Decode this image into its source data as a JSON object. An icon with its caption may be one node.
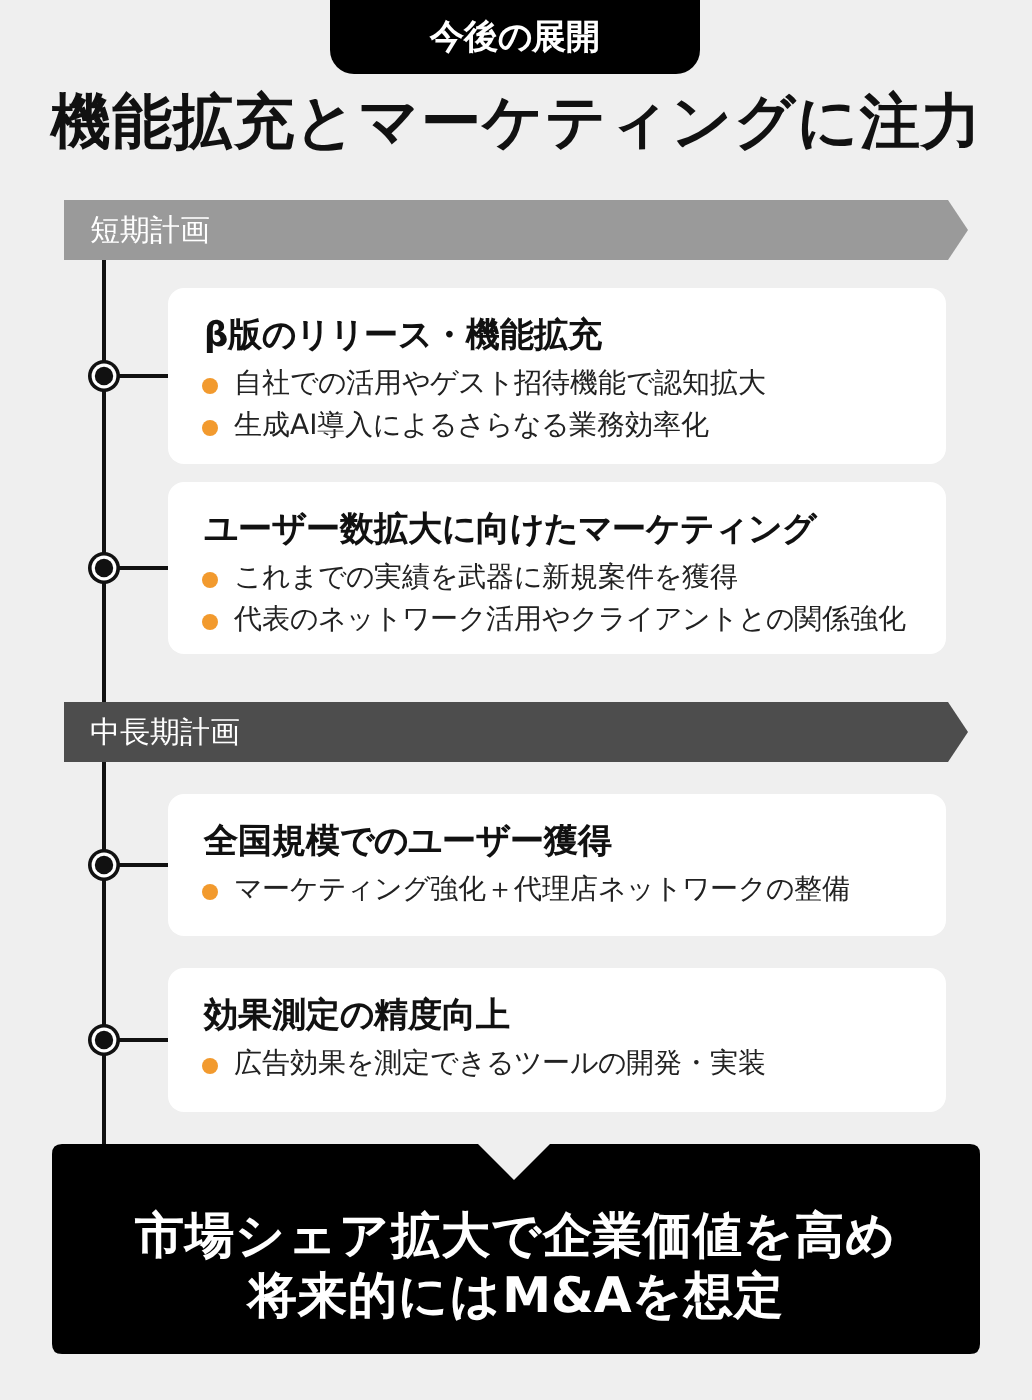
{
  "diagram": {
    "title": "機能拡充とマーケティングに注力",
    "nodes": [
      {
        "text": [
          "今後の展開"
        ]
      },
      {
        "text": [
          "短期計画"
        ]
      },
      {
        "text": [
          "β版のリリース・機能拡充",
          "自社での活用やゲスト招待機能で認知拡大",
          "生成AI導入によるさらなる業務効率化"
        ]
      },
      {
        "text": [
          "ユーザー数拡大に向けたマーケティング",
          "これまでの実績を武器に新規案件を獲得",
          "代表のネットワーク活用やクライアントとの関係強化"
        ]
      },
      {
        "text": [
          "中長期計画"
        ]
      },
      {
        "text": [
          "全国規模でのユーザー獲得",
          "マーケティング強化＋代理店ネットワークの整備"
        ]
      },
      {
        "text": [
          "効果測定の精度向上",
          "広告効果を測定できるツールの開発・実装"
        ]
      },
      {
        "text": [
          "市場シェア拡大で企業価値を高め将来的にはM&Aを想定"
        ]
      }
    ],
    "edges": [
      {
        "from": 1,
        "to": 2,
        "arrow": "none"
      },
      {
        "from": 1,
        "to": 3,
        "arrow": "none"
      },
      {
        "from": 1,
        "to": 4,
        "arrow": "none"
      },
      {
        "from": 4,
        "to": 5,
        "arrow": "none"
      },
      {
        "from": 4,
        "to": 6,
        "arrow": "none"
      },
      {
        "from": 4,
        "to": 7,
        "arrow": "none"
      }
    ]
  }
}
